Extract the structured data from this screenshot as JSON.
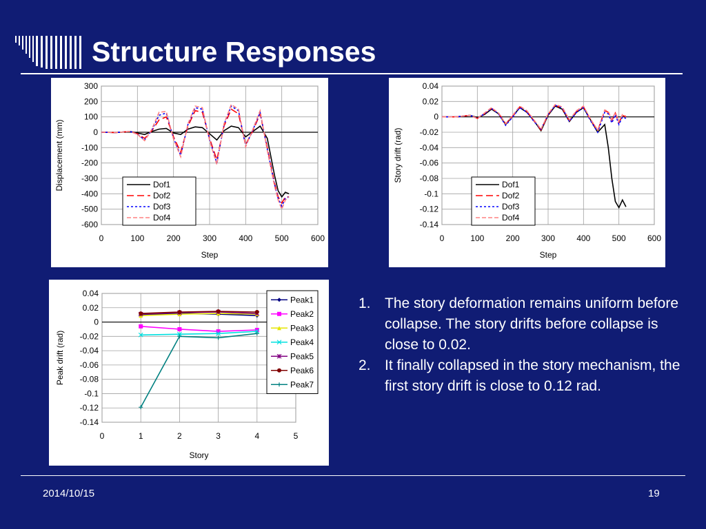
{
  "slide": {
    "title": "Structure Responses",
    "date": "2014/10/15",
    "page_number": "19",
    "bullets": [
      {
        "num": "1.",
        "text": "The story deformation remains uniform before collapse. The story drifts before collapse is close to 0.02."
      },
      {
        "num": "2.",
        "text": "It finally collapsed in the story mechanism, the first story drift is close to 0.12 rad."
      }
    ],
    "colors": {
      "background": "#101c74",
      "text": "#ffffff",
      "panel": "#ffffff"
    }
  },
  "chart_data": [
    {
      "type": "line",
      "xlabel": "Step",
      "ylabel": "Displacement (mm)",
      "xlim": [
        0,
        600
      ],
      "ylim": [
        -600,
        300
      ],
      "xticks": [
        0,
        100,
        200,
        300,
        400,
        500,
        600
      ],
      "yticks": [
        300,
        200,
        100,
        0,
        -100,
        -200,
        -300,
        -400,
        -500,
        -600
      ],
      "grid": true,
      "legend": "bottom-left",
      "series": [
        {
          "name": "Dof1",
          "color": "#000000",
          "dash": "solid",
          "x": [
            0,
            40,
            80,
            100,
            120,
            140,
            160,
            180,
            200,
            220,
            240,
            260,
            280,
            300,
            320,
            340,
            360,
            380,
            400,
            420,
            440,
            460,
            480,
            490,
            500,
            510,
            520
          ],
          "y": [
            0,
            -2,
            5,
            -5,
            -15,
            5,
            20,
            25,
            -5,
            -15,
            20,
            35,
            30,
            -10,
            -50,
            10,
            40,
            30,
            -30,
            5,
            40,
            -40,
            -280,
            -380,
            -420,
            -390,
            -400
          ]
        },
        {
          "name": "Dof2",
          "color": "#ff0000",
          "dash": "long",
          "x": [
            0,
            40,
            80,
            100,
            120,
            140,
            160,
            180,
            200,
            220,
            240,
            260,
            280,
            300,
            320,
            340,
            360,
            380,
            400,
            420,
            440,
            460,
            480,
            490,
            500,
            510,
            520
          ],
          "y": [
            0,
            -2,
            5,
            -10,
            -40,
            10,
            80,
            100,
            -30,
            -130,
            40,
            140,
            130,
            -40,
            -180,
            40,
            150,
            120,
            -80,
            10,
            120,
            -100,
            -330,
            -420,
            -460,
            -420,
            -420
          ]
        },
        {
          "name": "Dof3",
          "color": "#0000ff",
          "dash": "short",
          "x": [
            0,
            40,
            80,
            100,
            120,
            140,
            160,
            180,
            200,
            220,
            240,
            260,
            280,
            300,
            320,
            340,
            360,
            380,
            400,
            420,
            440,
            460,
            480,
            490,
            500,
            510,
            520
          ],
          "y": [
            0,
            -2,
            5,
            -12,
            -50,
            15,
            110,
            125,
            -40,
            -150,
            50,
            160,
            150,
            -50,
            -200,
            50,
            170,
            140,
            -90,
            15,
            130,
            -110,
            -340,
            -430,
            -480,
            -430,
            -420
          ]
        },
        {
          "name": "Dof4",
          "color": "#ff8080",
          "dash": "dashed",
          "x": [
            0,
            40,
            80,
            100,
            120,
            140,
            160,
            180,
            200,
            220,
            240,
            260,
            280,
            300,
            320,
            340,
            360,
            380,
            400,
            420,
            440,
            460,
            480,
            490,
            500,
            510,
            520
          ],
          "y": [
            0,
            -2,
            5,
            -14,
            -55,
            20,
            130,
            135,
            -45,
            -160,
            55,
            170,
            160,
            -55,
            -210,
            55,
            180,
            150,
            -95,
            20,
            140,
            -120,
            -350,
            -440,
            -500,
            -440,
            -420
          ]
        }
      ]
    },
    {
      "type": "line",
      "xlabel": "Step",
      "ylabel": "Story drift (rad)",
      "xlim": [
        0,
        600
      ],
      "ylim": [
        -0.14,
        0.04
      ],
      "xticks": [
        0,
        100,
        200,
        300,
        400,
        500,
        600
      ],
      "yticks": [
        0.04,
        0.02,
        0,
        -0.02,
        -0.04,
        -0.06,
        -0.08,
        -0.1,
        -0.12,
        -0.14
      ],
      "ytick_labels": [
        "0.04",
        "0.02",
        "0",
        "-0.02",
        "-0.04",
        "-0.06",
        "-0.08",
        "-0.1",
        "-0.12",
        "-0.14"
      ],
      "grid": true,
      "legend": "bottom-right",
      "series": [
        {
          "name": "Dof1",
          "color": "#000000",
          "dash": "solid",
          "x": [
            0,
            40,
            80,
            100,
            120,
            140,
            160,
            180,
            200,
            220,
            240,
            260,
            280,
            300,
            320,
            340,
            360,
            380,
            400,
            420,
            440,
            460,
            470,
            480,
            490,
            500,
            510,
            520
          ],
          "y": [
            0,
            0,
            0.002,
            -0.001,
            0.003,
            0.01,
            0.004,
            -0.01,
            0.001,
            0.012,
            0.006,
            -0.005,
            -0.018,
            0.002,
            0.014,
            0.01,
            -0.006,
            0.006,
            0.012,
            -0.004,
            -0.02,
            -0.01,
            -0.04,
            -0.08,
            -0.11,
            -0.118,
            -0.108,
            -0.117
          ]
        },
        {
          "name": "Dof2",
          "color": "#ff0000",
          "dash": "long",
          "x": [
            0,
            40,
            80,
            100,
            120,
            140,
            160,
            180,
            200,
            220,
            240,
            260,
            280,
            300,
            320,
            340,
            360,
            380,
            400,
            420,
            440,
            460,
            470,
            480,
            490,
            500,
            510,
            520
          ],
          "y": [
            0,
            0,
            0.002,
            -0.002,
            0.004,
            0.011,
            0.005,
            -0.009,
            0.001,
            0.013,
            0.007,
            -0.005,
            -0.017,
            0.003,
            0.015,
            0.011,
            -0.005,
            0.007,
            0.013,
            -0.004,
            -0.018,
            0.008,
            0.006,
            -0.005,
            0.005,
            -0.008,
            0.002,
            0
          ]
        },
        {
          "name": "Dof3",
          "color": "#0000ff",
          "dash": "short",
          "x": [
            0,
            40,
            80,
            100,
            120,
            140,
            160,
            180,
            200,
            220,
            240,
            260,
            280,
            300,
            320,
            340,
            360,
            380,
            400,
            420,
            440,
            460,
            470,
            480,
            490,
            500,
            510,
            520
          ],
          "y": [
            0,
            0,
            0.002,
            -0.002,
            0.004,
            0.011,
            0.004,
            -0.011,
            0.0,
            0.012,
            0.006,
            -0.006,
            -0.016,
            0.003,
            0.015,
            0.012,
            -0.006,
            0.006,
            0.012,
            -0.005,
            -0.02,
            0.006,
            0.004,
            -0.008,
            0.003,
            -0.01,
            0.0,
            -0.002
          ]
        },
        {
          "name": "Dof4",
          "color": "#ff8080",
          "dash": "dashed",
          "x": [
            0,
            40,
            80,
            100,
            120,
            140,
            160,
            180,
            200,
            220,
            240,
            260,
            280,
            300,
            320,
            340,
            360,
            380,
            400,
            420,
            440,
            460,
            470,
            480,
            490,
            500,
            510,
            520
          ],
          "y": [
            0,
            0,
            0.002,
            -0.002,
            0.005,
            0.012,
            0.005,
            -0.009,
            0.002,
            0.014,
            0.008,
            -0.004,
            -0.016,
            0.004,
            0.016,
            0.013,
            -0.004,
            0.008,
            0.014,
            -0.003,
            -0.017,
            0.009,
            0.007,
            -0.004,
            0.006,
            -0.006,
            0.003,
            0.001
          ]
        }
      ]
    },
    {
      "type": "line",
      "xlabel": "Story",
      "ylabel": "Peak drift (rad)",
      "xlim": [
        0,
        5
      ],
      "ylim": [
        -0.14,
        0.04
      ],
      "xticks": [
        0,
        1,
        2,
        3,
        4,
        5
      ],
      "yticks": [
        0.04,
        0.02,
        0,
        -0.02,
        -0.04,
        -0.06,
        -0.08,
        -0.1,
        -0.12,
        -0.14
      ],
      "ytick_labels": [
        "0.04",
        "0.02",
        "0",
        "-0.02",
        "-0.04",
        "-0.06",
        "-0.08",
        "-0.1",
        "-0.12",
        "-0.14"
      ],
      "grid": true,
      "legend": "top-right",
      "x": [
        1,
        2,
        3,
        4
      ],
      "series": [
        {
          "name": "Peak1",
          "color": "#000080",
          "marker": "diamond",
          "y": [
            0.01,
            0.012,
            0.011,
            0.009
          ]
        },
        {
          "name": "Peak2",
          "color": "#ff00ff",
          "marker": "square",
          "y": [
            -0.006,
            -0.01,
            -0.013,
            -0.011
          ]
        },
        {
          "name": "Peak3",
          "color": "#e6e600",
          "marker": "triangle",
          "y": [
            0.009,
            0.011,
            0.012,
            0.011
          ]
        },
        {
          "name": "Peak4",
          "color": "#00e0e0",
          "marker": "x",
          "y": [
            -0.018,
            -0.017,
            -0.016,
            -0.013
          ]
        },
        {
          "name": "Peak5",
          "color": "#800080",
          "marker": "star",
          "y": [
            0.011,
            0.013,
            0.014,
            0.012
          ]
        },
        {
          "name": "Peak6",
          "color": "#800000",
          "marker": "circle",
          "y": [
            0.012,
            0.014,
            0.015,
            0.014
          ]
        },
        {
          "name": "Peak7",
          "color": "#008080",
          "marker": "plus",
          "y": [
            -0.119,
            -0.02,
            -0.022,
            -0.016
          ]
        }
      ]
    }
  ]
}
